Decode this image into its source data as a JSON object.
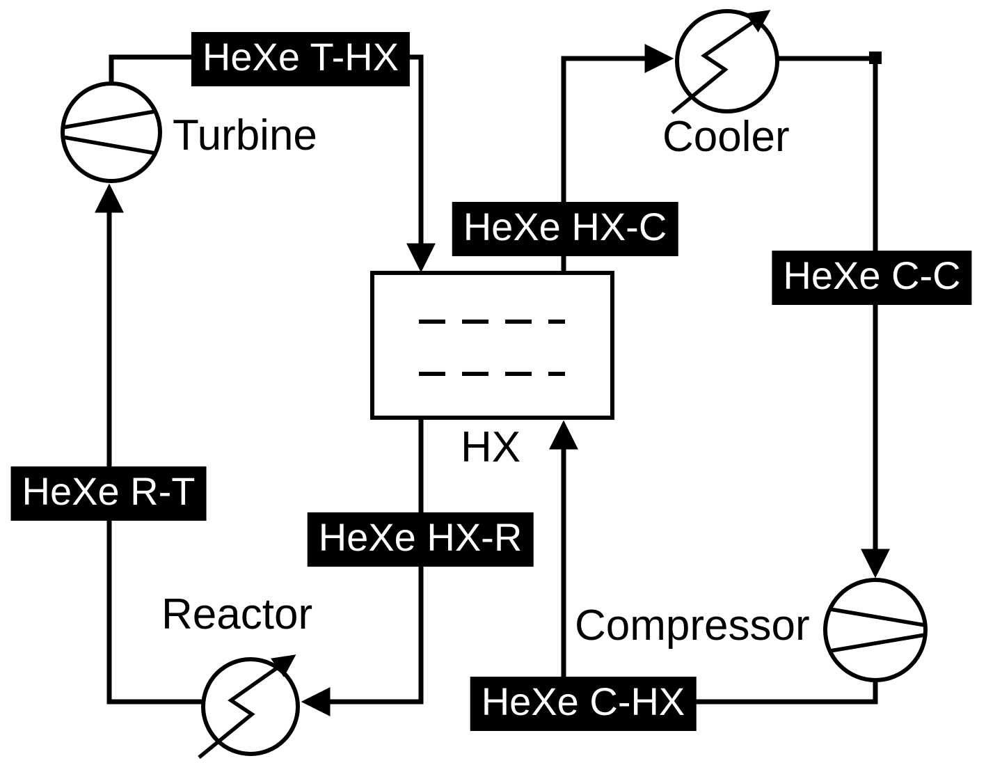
{
  "components": {
    "turbine": {
      "label": "Turbine"
    },
    "cooler": {
      "label": "Cooler"
    },
    "hx": {
      "label": "HX"
    },
    "reactor": {
      "label": "Reactor"
    },
    "compressor": {
      "label": "Compressor"
    }
  },
  "streams": {
    "t_hx": {
      "label": "HeXe T-HX"
    },
    "hx_c": {
      "label": "HeXe HX-C"
    },
    "c_c": {
      "label": "HeXe C-C"
    },
    "r_t": {
      "label": "HeXe R-T"
    },
    "hx_r": {
      "label": "HeXe HX-R"
    },
    "c_hx": {
      "label": "HeXe C-HX"
    }
  },
  "colors": {
    "line": "#000000",
    "label_background": "#000000",
    "label_text": "#ffffff",
    "canvas_background": "#ffffff"
  }
}
